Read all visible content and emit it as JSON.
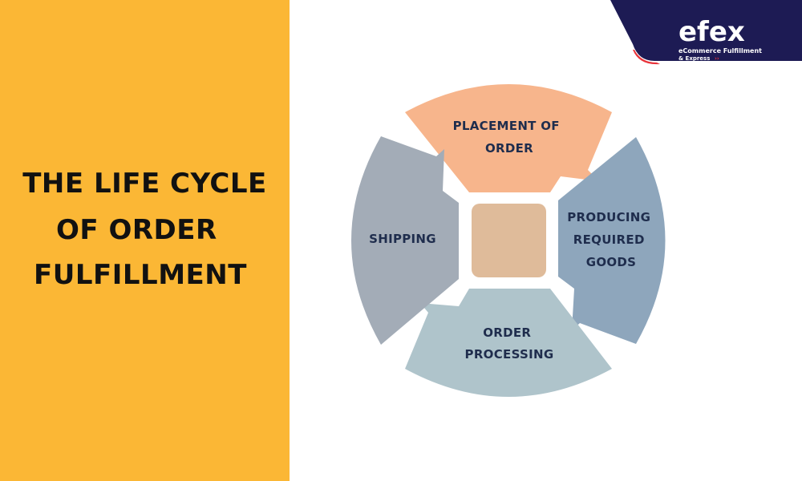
{
  "title": {
    "line1": "THE LIFE CYCLE",
    "line2": "OF ORDER",
    "line3": "FULFILLMENT"
  },
  "logo": {
    "name": "efex",
    "tagline_line1": "eCommerce Fulfillment",
    "tagline_line2": "& Express"
  },
  "diagram": {
    "segments": [
      {
        "id": "top",
        "lines": [
          "PLACEMENT OF",
          "ORDER"
        ],
        "color": "#f7b58c"
      },
      {
        "id": "right",
        "lines": [
          "PRODUCING",
          "REQUIRED",
          "GOODS"
        ],
        "color": "#8ea6bc"
      },
      {
        "id": "bottom",
        "lines": [
          "ORDER",
          "PROCESSING"
        ],
        "color": "#afc4cb"
      },
      {
        "id": "left",
        "lines": [
          "SHIPPING"
        ],
        "color": "#a3acb7"
      }
    ],
    "center_color": "#dfbb9a"
  },
  "colors": {
    "left_panel": "#fbb735",
    "logo_background": "#1d1b54",
    "logo_accent": "#e8333a",
    "label_text": "#1f2d4d"
  }
}
